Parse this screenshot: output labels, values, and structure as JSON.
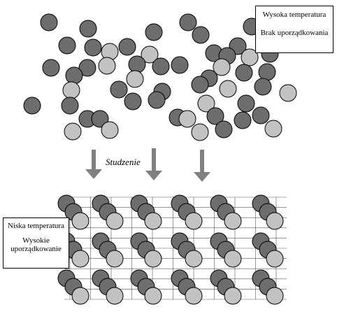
{
  "hot_state": {
    "line1": "Wysoka temperatura",
    "line2": "Brak uporządkowania"
  },
  "process_label": "Studzenie",
  "cold_state": {
    "line1": "Niska temperatura",
    "line2": "Wysokie uporządkowanie"
  },
  "colors": {
    "dark_atom": "#6d6d6d",
    "light_atom": "#c2c2c2",
    "arrow": "#808080",
    "grid_line": "#555555"
  }
}
